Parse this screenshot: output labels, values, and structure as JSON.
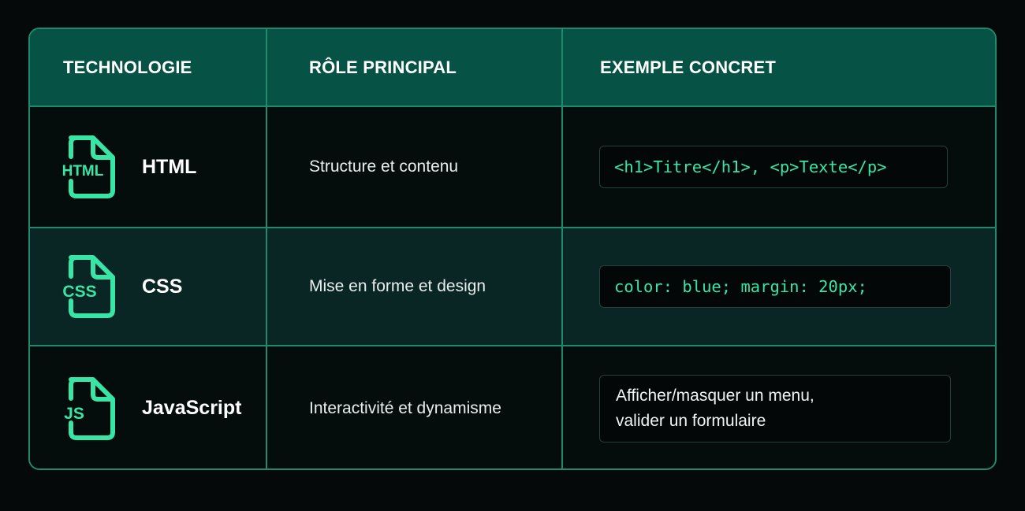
{
  "colors": {
    "accent": "#37e6a6",
    "border": "#1f8a6c",
    "header_bg": "#065345",
    "page_bg": "#050909"
  },
  "header": {
    "col1": "TECHNOLOGIE",
    "col2": "RÔLE PRINCIPAL",
    "col3": "EXEMPLE CONCRET"
  },
  "rows": [
    {
      "icon": "html-file-icon",
      "icon_label": "HTML",
      "name": "HTML",
      "role": "Structure et contenu",
      "example": "<h1>Titre</h1>, <p>Texte</p>"
    },
    {
      "icon": "css-file-icon",
      "icon_label": "CSS",
      "name": "CSS",
      "role": "Mise en forme et design",
      "example": "color: blue; margin: 20px;"
    },
    {
      "icon": "js-file-icon",
      "icon_label": "JS",
      "name": "JavaScript",
      "role": "Interactivité et dynamisme",
      "example_line1": "Afficher/masquer un menu,",
      "example_line2": "valider un formulaire"
    }
  ]
}
